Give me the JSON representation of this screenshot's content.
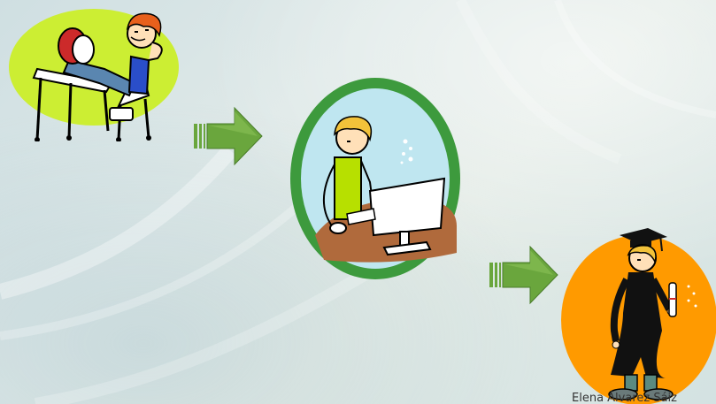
{
  "author_credit": "Elena Álvarez Sáiz",
  "colors": {
    "scene1_circle": "#ccee33",
    "scene2_ring": "#3d9a3d",
    "scene2_inner": "#bfe6f0",
    "scene3_circle": "#ff9a00",
    "arrow_fill": "#6aa63d",
    "background": "#dce8e6"
  },
  "scenes": [
    {
      "id": "scene-1",
      "icon": "student-relaxing-icon"
    },
    {
      "id": "scene-2",
      "icon": "student-studying-computer-icon"
    },
    {
      "id": "scene-3",
      "icon": "graduate-with-diploma-icon"
    }
  ],
  "arrows": [
    {
      "id": "arrow-1",
      "icon": "right-arrow-icon"
    },
    {
      "id": "arrow-2",
      "icon": "right-arrow-icon"
    }
  ]
}
